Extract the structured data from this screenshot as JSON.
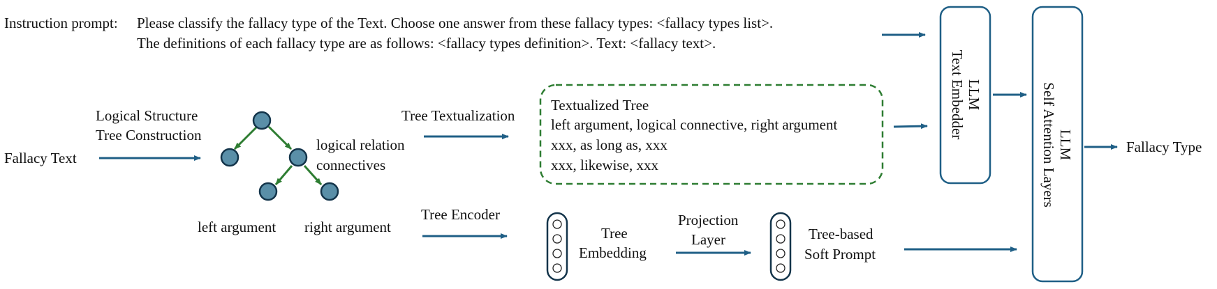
{
  "instruction": {
    "label": "Instruction prompt:",
    "line1": "Please classify the fallacy type of the Text. Choose one answer from these fallacy types: <fallacy types list>.",
    "line2": "The definitions of each fallacy type are as follows: <fallacy types definition>.  Text: <fallacy text>."
  },
  "input": {
    "label": "Fallacy Text"
  },
  "tree_construction": {
    "line1": "Logical Structure",
    "line2": "Tree Construction"
  },
  "tree": {
    "connective_label_1": "logical relation",
    "connective_label_2": "connectives",
    "left_label": "left argument",
    "right_label": "right argument"
  },
  "textualization": {
    "arrow_label": "Tree Textualization",
    "box_lines": [
      "Textualized Tree",
      "left argument, logical connective, right argument",
      "xxx, as long as, xxx",
      "xxx, likewise, xxx"
    ]
  },
  "encoder": {
    "arrow_label": "Tree Encoder",
    "embedding_label_1": "Tree",
    "embedding_label_2": "Embedding",
    "projection_label_1": "Projection",
    "projection_label_2": "Layer",
    "soft_prompt_label_1": "Tree-based",
    "soft_prompt_label_2": "Soft Prompt"
  },
  "llm_text_embedder": {
    "line1": "LLM",
    "line2": "Text Embedder"
  },
  "llm_self_attention": {
    "line1": "LLM",
    "line2": "Self Attention Layers"
  },
  "output": {
    "label": "Fallacy Type"
  },
  "colors": {
    "arrow": "#1f5f86",
    "tree_edge": "#2e7d32",
    "node_fill": "#5a8fa8",
    "node_stroke": "#13344a",
    "dashed_box": "#2e7d32"
  }
}
